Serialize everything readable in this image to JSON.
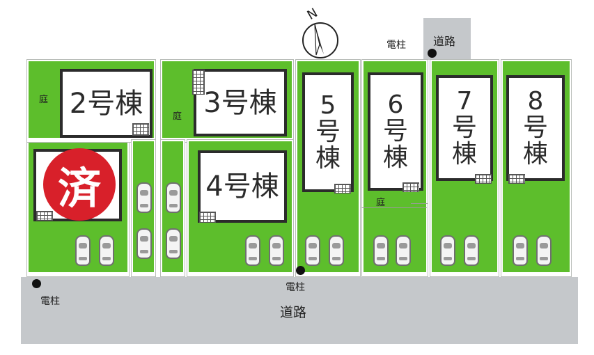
{
  "compass": {
    "north_label": "N",
    "icon": "north-arrow-icon"
  },
  "houses": [
    {
      "label": "2号棟"
    },
    {
      "label": "3号棟"
    },
    {
      "label": "4号棟"
    },
    {
      "label": "5\n号\n棟"
    },
    {
      "label": "6\n号\n棟"
    },
    {
      "label": "7\n号\n棟"
    },
    {
      "label": "8\n号\n棟"
    }
  ],
  "sold_badge": {
    "label": "済",
    "color": "#d8202a"
  },
  "garden_label": "庭",
  "utility_pole_label": "電柱",
  "road_label": "道路",
  "colors": {
    "lawn": "#5dbe2c",
    "road": "#c5c8cb",
    "house_border": "#2b2b2b"
  }
}
